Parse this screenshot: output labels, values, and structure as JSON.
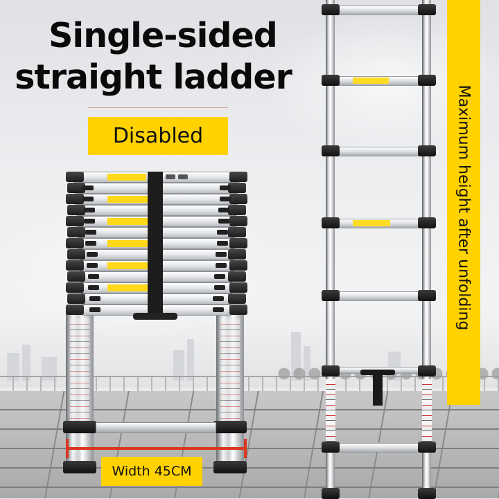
{
  "headline": {
    "line1": "Single-sided",
    "line2": "straight ladder"
  },
  "tags": {
    "mode": "Disabled",
    "width": "Width 45CM",
    "vertical_banner": "Maximum height after unfolding"
  },
  "colors": {
    "label_yellow": "#ffd200",
    "measure_red": "#d9381e",
    "headline_text": "#0a0a0a"
  },
  "product": {
    "folded_ladder": {
      "rung_count": 13,
      "label": "folded telescopic ladder"
    },
    "extended_ladder": {
      "visible_rungs": 7,
      "label": "extended telescopic ladder"
    }
  }
}
